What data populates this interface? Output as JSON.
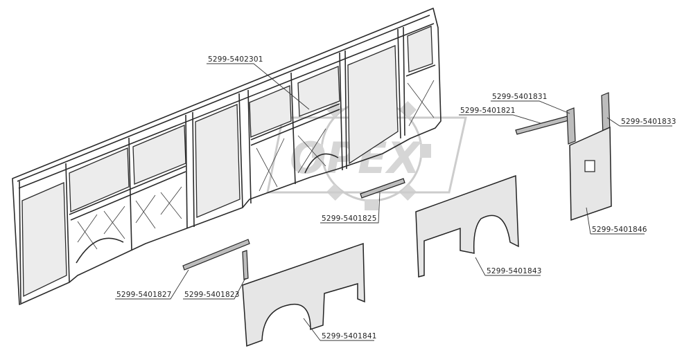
{
  "watermark": {
    "text": "OPEX"
  },
  "parts": [
    {
      "id": "part-5402301",
      "label": "5299-5402301",
      "desc": "side frame"
    },
    {
      "id": "part-5401831",
      "label": "5299-5401831"
    },
    {
      "id": "part-5401821",
      "label": "5299-5401821"
    },
    {
      "id": "part-5401833",
      "label": "5299-5401833"
    },
    {
      "id": "part-5401825",
      "label": "5299-5401825"
    },
    {
      "id": "part-5401846",
      "label": "5299-5401846"
    },
    {
      "id": "part-5401843",
      "label": "5299-5401843"
    },
    {
      "id": "part-5401827",
      "label": "5299-5401827"
    },
    {
      "id": "part-5401823",
      "label": "5299-5401823"
    },
    {
      "id": "part-5401841",
      "label": "5299-5401841"
    }
  ]
}
